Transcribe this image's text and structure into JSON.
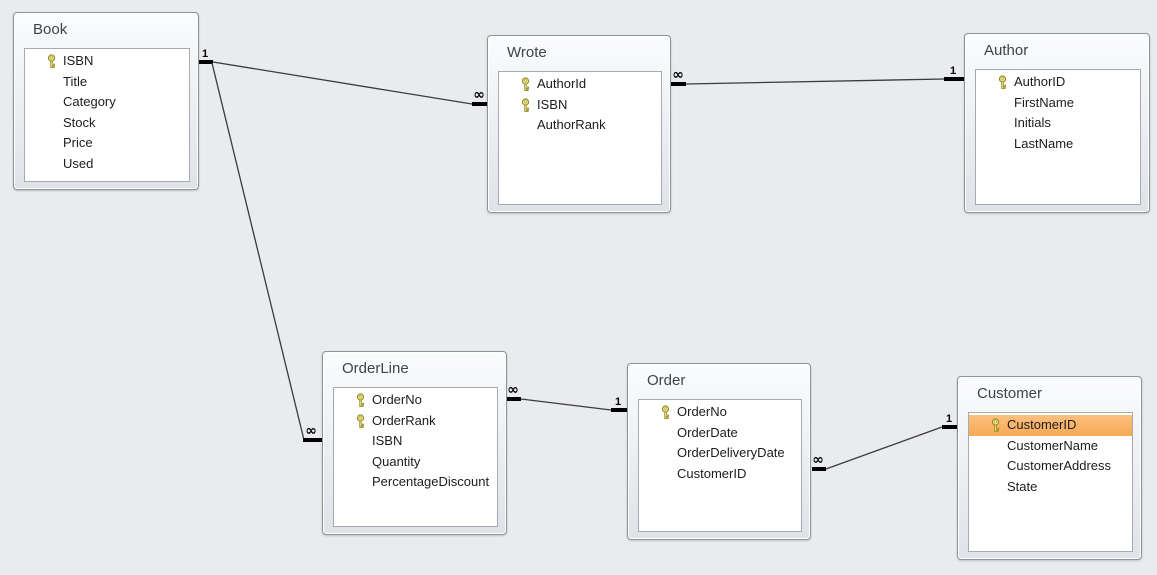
{
  "diagram": {
    "kind": "database-relationships",
    "colors": {
      "canvas_bg": "#e9ebee",
      "table_chrome": "#eef0f3",
      "table_border": "#8f9296",
      "field_bg": "#ffffff",
      "highlight_orange": "#f8a956",
      "key_gold": "#e6dd7a",
      "line": "#3b3b3b"
    }
  },
  "tables": [
    {
      "title": "Book",
      "fields": [
        {
          "name": "ISBN",
          "key": true
        },
        {
          "name": "Title",
          "key": false
        },
        {
          "name": "Category",
          "key": false
        },
        {
          "name": "Stock",
          "key": false
        },
        {
          "name": "Price",
          "key": false
        },
        {
          "name": "Used",
          "key": false
        }
      ]
    },
    {
      "title": "Wrote",
      "fields": [
        {
          "name": "AuthorId",
          "key": true
        },
        {
          "name": "ISBN",
          "key": true
        },
        {
          "name": "AuthorRank",
          "key": false
        }
      ]
    },
    {
      "title": "Author",
      "fields": [
        {
          "name": "AuthorID",
          "key": true
        },
        {
          "name": "FirstName",
          "key": false
        },
        {
          "name": "Initials",
          "key": false
        },
        {
          "name": "LastName",
          "key": false
        }
      ]
    },
    {
      "title": "OrderLine",
      "fields": [
        {
          "name": "OrderNo",
          "key": true
        },
        {
          "name": "OrderRank",
          "key": true
        },
        {
          "name": "ISBN",
          "key": false
        },
        {
          "name": "Quantity",
          "key": false
        },
        {
          "name": "PercentageDiscount",
          "key": false
        }
      ]
    },
    {
      "title": "Order",
      "fields": [
        {
          "name": "OrderNo",
          "key": true
        },
        {
          "name": "OrderDate",
          "key": false
        },
        {
          "name": "OrderDeliveryDate",
          "key": false
        },
        {
          "name": "CustomerID",
          "key": false
        }
      ]
    },
    {
      "title": "Customer",
      "fields": [
        {
          "name": "CustomerID",
          "key": true,
          "highlighted": true
        },
        {
          "name": "CustomerName",
          "key": false
        },
        {
          "name": "CustomerAddress",
          "key": false
        },
        {
          "name": "State",
          "key": false
        }
      ]
    }
  ],
  "relationships": [
    {
      "from": "Book",
      "to": "Wrote",
      "from_card": "1",
      "to_card": "∞"
    },
    {
      "from": "Wrote",
      "to": "Author",
      "from_card": "∞",
      "to_card": "1"
    },
    {
      "from": "Book",
      "to": "OrderLine",
      "from_card": "1",
      "to_card": "∞"
    },
    {
      "from": "OrderLine",
      "to": "Order",
      "from_card": "∞",
      "to_card": "1"
    },
    {
      "from": "Order",
      "to": "Customer",
      "from_card": "∞",
      "to_card": "1"
    }
  ]
}
